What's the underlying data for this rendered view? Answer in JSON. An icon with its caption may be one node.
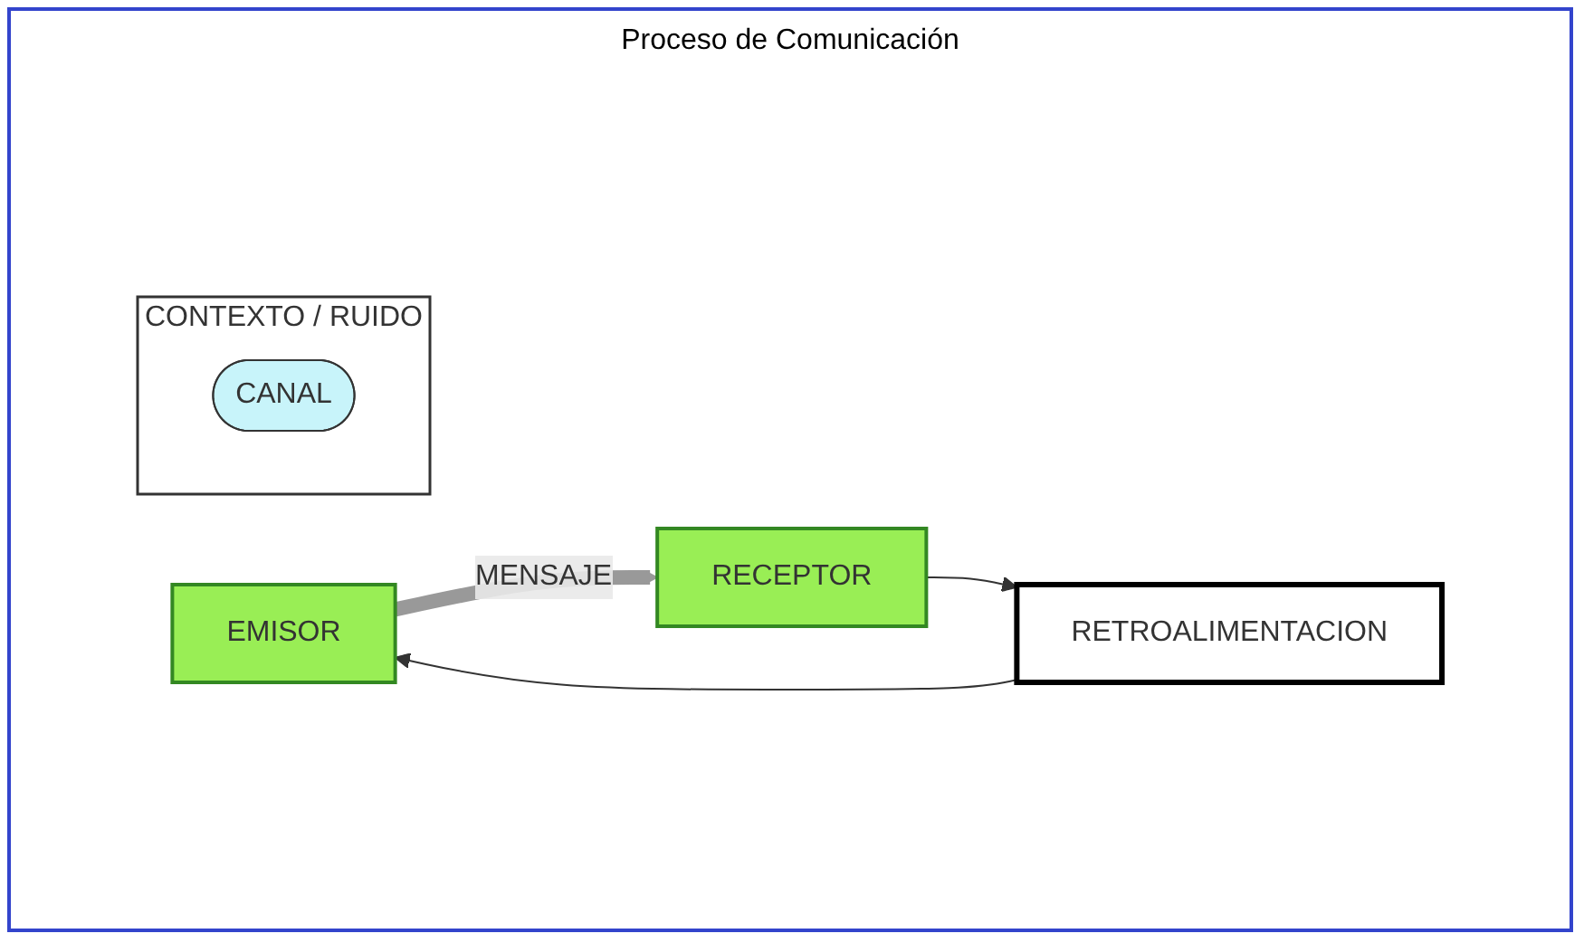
{
  "diagram": {
    "title": "Proceso de Comunicación",
    "nodes": [
      {
        "text": [
          "CONTEXTO / RUIDO"
        ]
      },
      {
        "text": [
          "EMISOR"
        ]
      },
      {
        "text": [
          "CANAL"
        ],
        "in": 0
      },
      {
        "text": [
          "RECEPTOR"
        ]
      },
      {
        "text": [
          "RETROALIMENTACION"
        ]
      }
    ],
    "edges": [
      {
        "from": 1,
        "to": 3,
        "arrow": "to",
        "label": "MENSAJE",
        "style": "thick",
        "color": "#999999"
      },
      {
        "from": 3,
        "to": 4,
        "arrow": "to"
      },
      {
        "from": 4,
        "to": 1,
        "arrow": "to"
      }
    ]
  }
}
